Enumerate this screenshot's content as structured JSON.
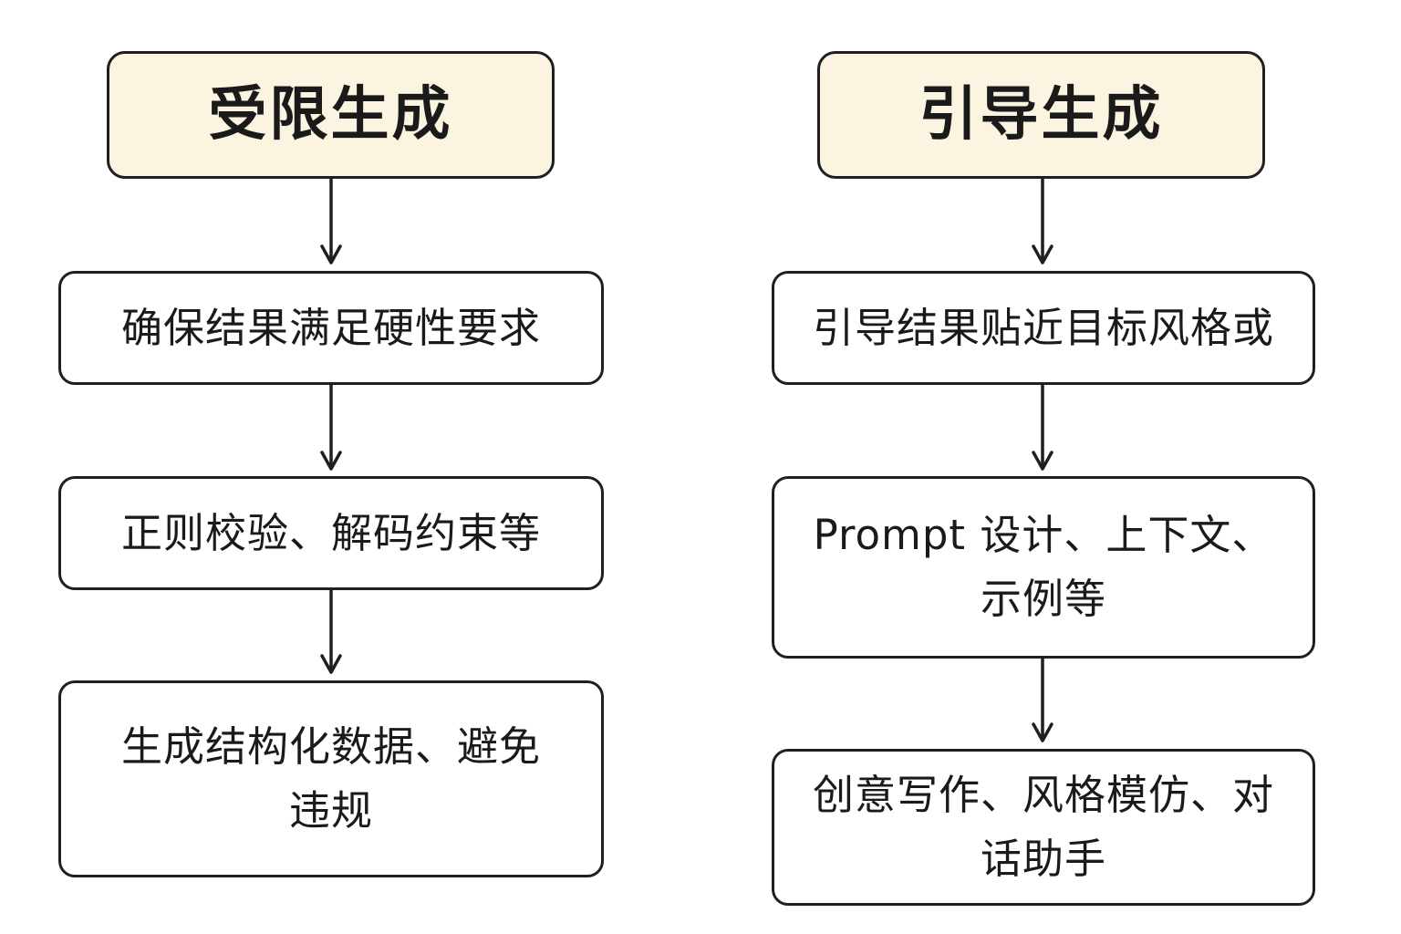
{
  "left": {
    "header": "受限生成",
    "steps": [
      "确保结果满足硬性要求",
      "正则校验、解码约束等",
      "生成结构化数据、避免违规"
    ]
  },
  "right": {
    "header": "引导生成",
    "steps": [
      "引导结果贴近目标风格或",
      "Prompt 设计、上下文、示例等",
      "创意写作、风格模仿、对话助手"
    ]
  },
  "colors": {
    "header_fill": "#fbf4e1",
    "border": "#1f1f1f",
    "box_fill": "#ffffff"
  }
}
